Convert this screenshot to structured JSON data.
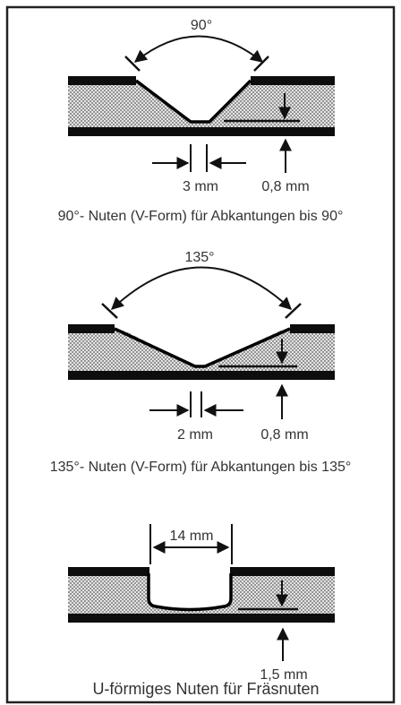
{
  "diagrams": [
    {
      "angle_label": "90°",
      "width_label": "3 mm",
      "depth_label": "0,8 mm",
      "caption": "90°- Nuten (V-Form) für Abkantungen bis 90°"
    },
    {
      "angle_label": "135°",
      "width_label": "2 mm",
      "depth_label": "0,8 mm",
      "caption": "135°- Nuten (V-Form) für Abkantungen bis 135°"
    },
    {
      "span_label": "14 mm",
      "depth_label": "1,5 mm",
      "caption": "U-förmiges Nuten für Fräsnuten"
    }
  ],
  "colors": {
    "frame": "#222222",
    "skin": "#0d0d0d",
    "core_base": "#e4e4e4",
    "core_dot": "#5a5a5a",
    "text": "#333333"
  }
}
